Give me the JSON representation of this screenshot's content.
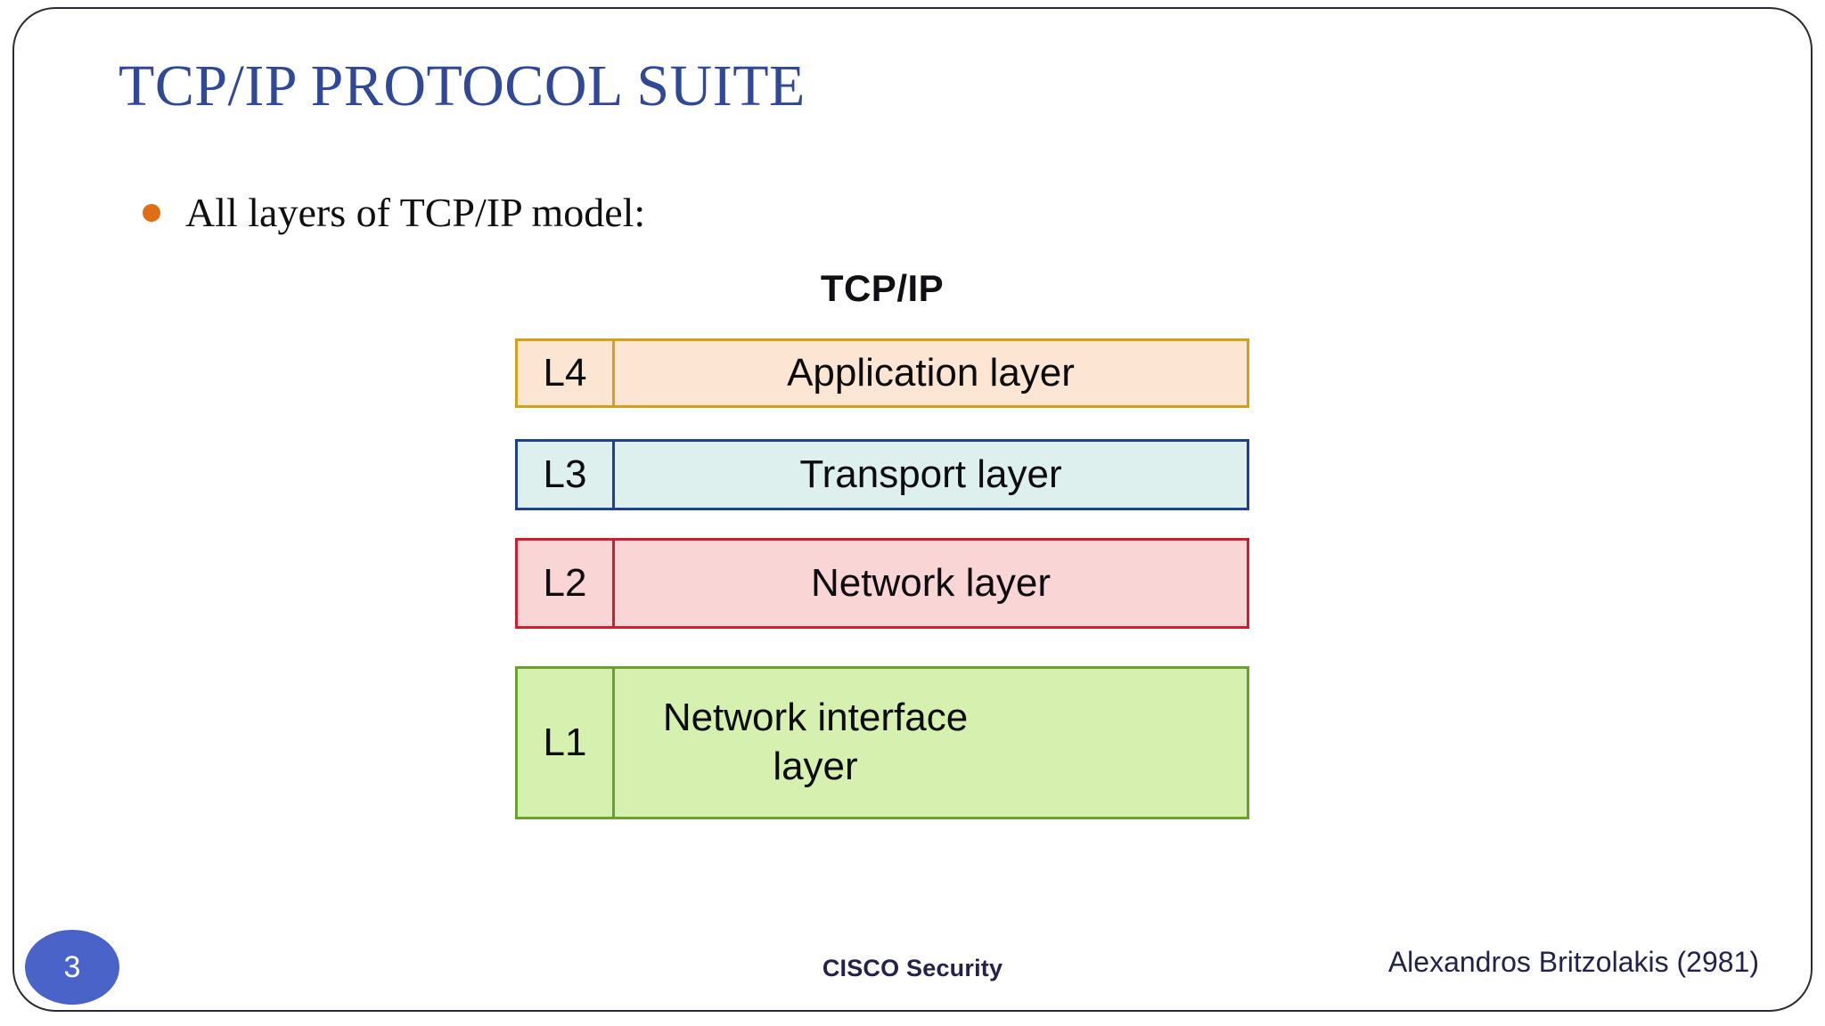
{
  "slide": {
    "title": "TCP/IP PROTOCOL SUITE",
    "title_color": "#2f4898",
    "frame_border_color": "#2b2b33",
    "background": "#ffffff"
  },
  "bullets": [
    {
      "text": "All layers of TCP/IP model:",
      "marker_color": "#df6f17",
      "marker_icon": "bullet-dot-icon"
    }
  ],
  "diagram": {
    "heading": "TCP/IP",
    "type": "stacked-layer-table",
    "rows": [
      {
        "code": "L4",
        "name": "Application layer",
        "fill": "#fce5d2",
        "border": "#d4a017"
      },
      {
        "code": "L3",
        "name": "Transport layer",
        "fill": "#ddf0ee",
        "border": "#1f3f8f"
      },
      {
        "code": "L2",
        "name": "Network layer",
        "fill": "#f9d5d5",
        "border": "#cc1f2f"
      },
      {
        "code": "L1",
        "name": "Network interface layer",
        "fill": "#d6f0b0",
        "border": "#6aa02e"
      }
    ]
  },
  "footer": {
    "page_number": "3",
    "page_badge_color": "#4a63c8",
    "center_text": "CISCO Security",
    "right_text": "Alexandros Britzolakis (2981)",
    "text_color": "#22224a"
  }
}
